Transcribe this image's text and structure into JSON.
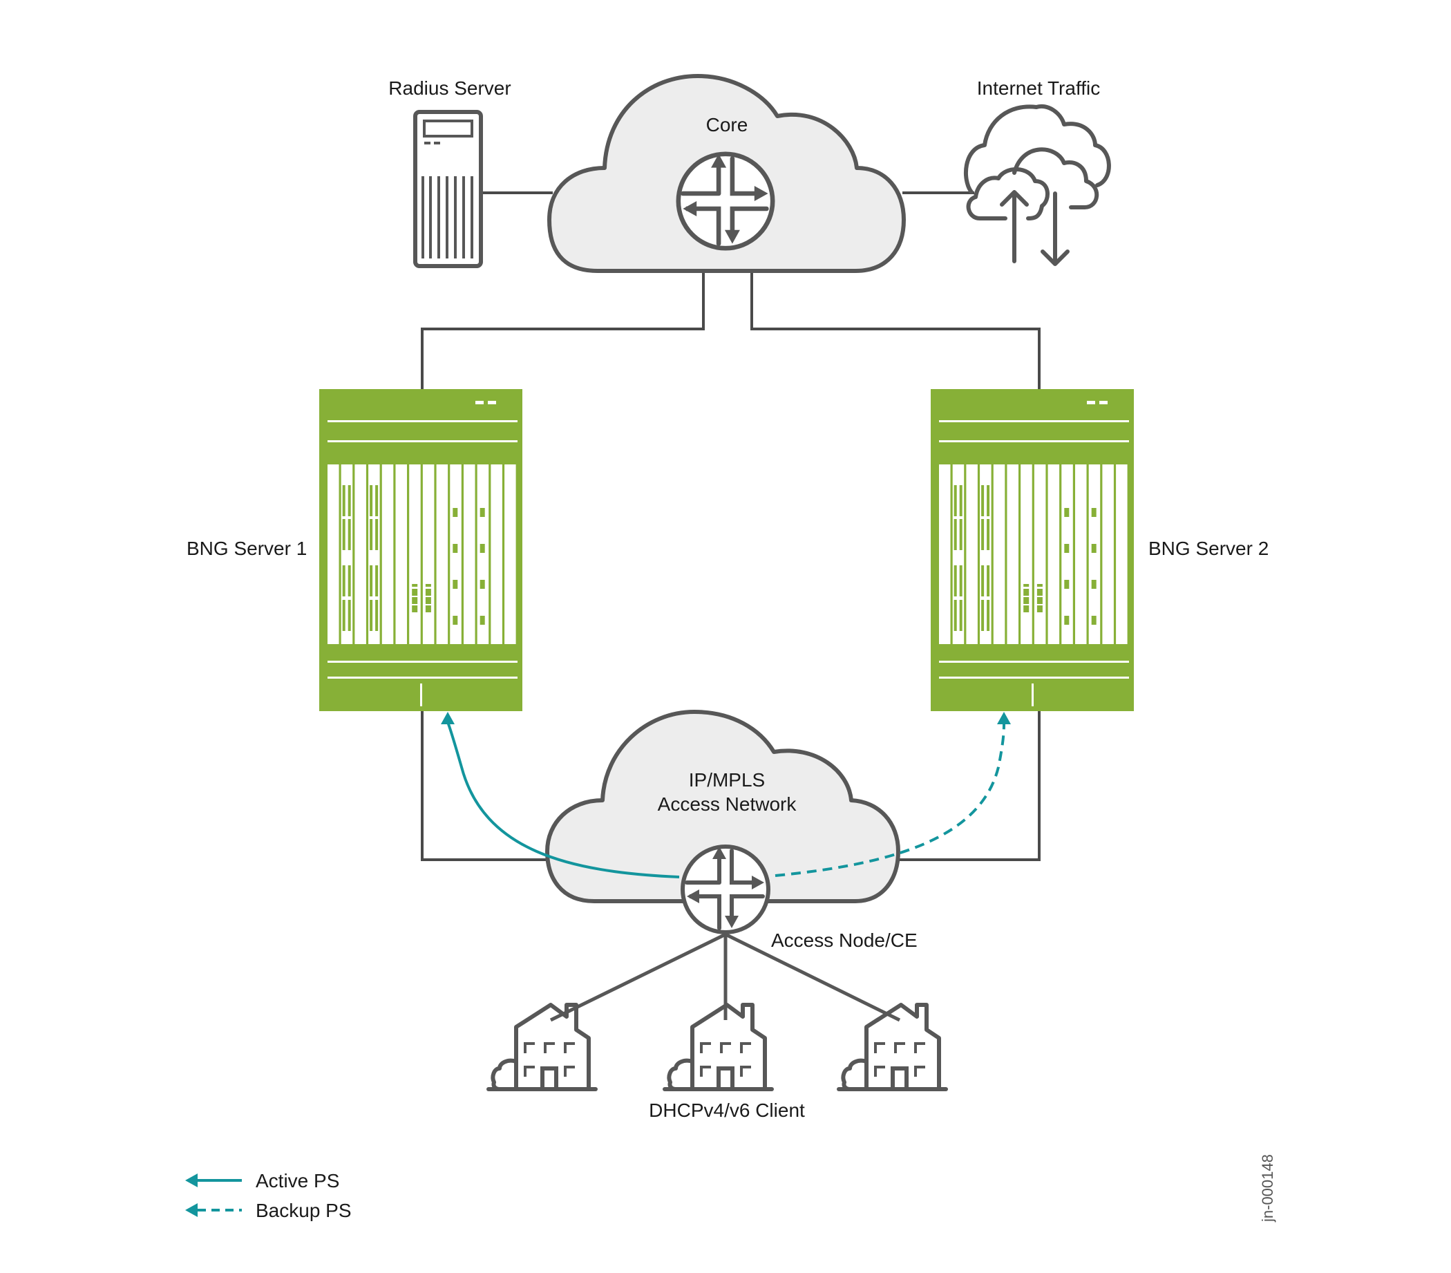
{
  "diagram": {
    "labels": {
      "radius_server": "Radius Server",
      "core": "Core",
      "internet_traffic": "Internet Traffic",
      "bng_server_1": "BNG Server 1",
      "bng_server_2": "BNG Server 2",
      "access_network_line1": "IP/MPLS",
      "access_network_line2": "Access Network",
      "access_node": "Access Node/CE",
      "dhcp_client": "DHCPv4/v6 Client",
      "figure_id": "jn-000148"
    },
    "legend": [
      {
        "label": "Active PS",
        "style": "solid"
      },
      {
        "label": "Backup PS",
        "style": "dashed"
      }
    ],
    "colors": {
      "chassis_green": "#87b037",
      "path_teal": "#13959d",
      "outline_gray": "#575757",
      "cloud_fill": "#ededed"
    },
    "nodes": [
      {
        "id": "radius",
        "type": "server"
      },
      {
        "id": "core",
        "type": "cloud-router"
      },
      {
        "id": "internet",
        "type": "cloud-updown"
      },
      {
        "id": "bng1",
        "type": "chassis"
      },
      {
        "id": "bng2",
        "type": "chassis"
      },
      {
        "id": "access",
        "type": "cloud-router"
      },
      {
        "id": "client1",
        "type": "house"
      },
      {
        "id": "client2",
        "type": "house"
      },
      {
        "id": "client3",
        "type": "house"
      }
    ],
    "edges": [
      {
        "from": "radius",
        "to": "core"
      },
      {
        "from": "core",
        "to": "internet"
      },
      {
        "from": "core",
        "to": "bng1"
      },
      {
        "from": "core",
        "to": "bng2"
      },
      {
        "from": "bng1",
        "to": "access"
      },
      {
        "from": "bng2",
        "to": "access"
      },
      {
        "from": "access",
        "to": "client1"
      },
      {
        "from": "access",
        "to": "client2"
      },
      {
        "from": "access",
        "to": "client3"
      },
      {
        "from": "access",
        "to": "bng1",
        "style": "active"
      },
      {
        "from": "access",
        "to": "bng2",
        "style": "backup"
      }
    ]
  }
}
